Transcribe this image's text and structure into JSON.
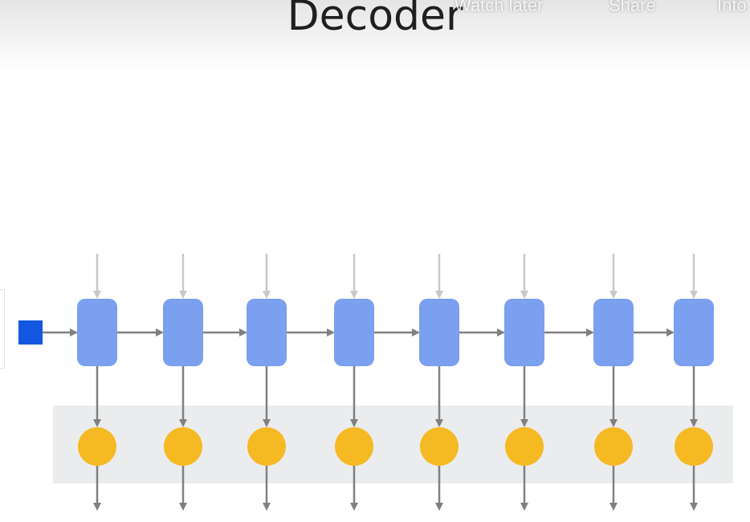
{
  "slide": {
    "title": "Decoder"
  },
  "video_overlay": {
    "watch_later_label": "Watch later",
    "share_label": "Share",
    "info_label": "Info"
  },
  "diagram": {
    "steps": 8,
    "colors": {
      "start_token": "#1357e0",
      "cell": "#7aa0ef",
      "output": "#f5b923",
      "arrow": "#808080",
      "input_arrow": "#c8c8c8",
      "band": "#ebecee"
    }
  }
}
